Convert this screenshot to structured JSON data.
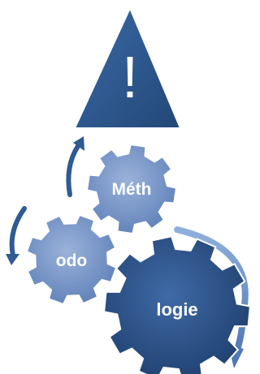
{
  "warning": {
    "symbol": "!",
    "icon": "warning-triangle-icon",
    "fill": "#2f5b93"
  },
  "gears": [
    {
      "label": "Méth",
      "fill": "#6e8fc4",
      "icon": "gear-icon"
    },
    {
      "label": "odo",
      "fill": "#6e8fc4",
      "icon": "gear-icon"
    },
    {
      "label": "logie",
      "fill": "#2f5b93",
      "icon": "gear-icon"
    }
  ],
  "arrows": [
    {
      "icon": "curved-arrow-up-icon",
      "color": "#2f5b93"
    },
    {
      "icon": "curved-arrow-down-left-icon",
      "color": "#2f5b93"
    },
    {
      "icon": "curved-arrow-down-right-icon",
      "color": "#6e8fc4"
    }
  ]
}
